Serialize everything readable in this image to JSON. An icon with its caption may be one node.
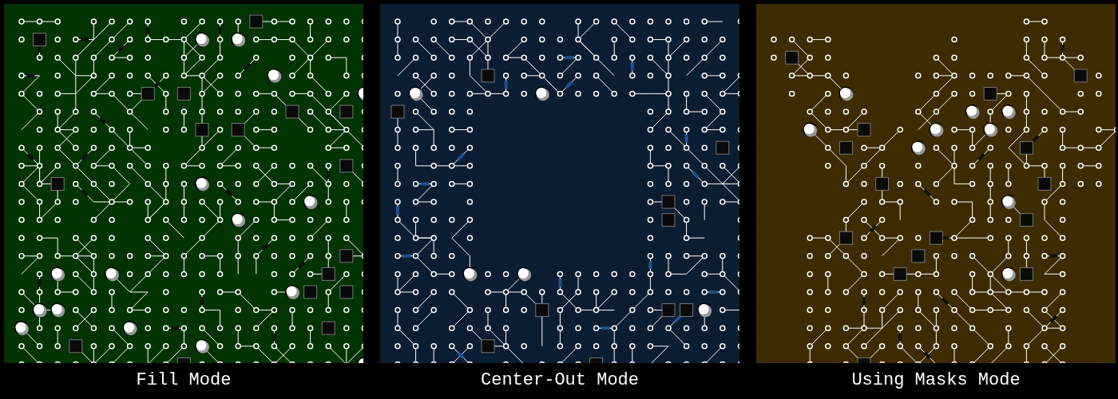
{
  "diagram": {
    "labels": [
      "Fill Mode",
      "Center-Out Mode",
      "Using Masks Mode"
    ]
  }
}
